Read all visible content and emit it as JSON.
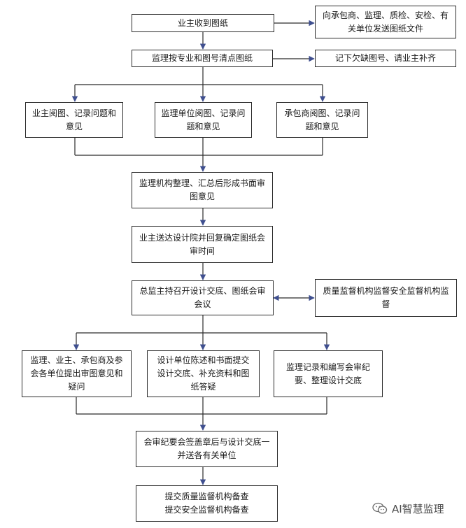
{
  "nodes": {
    "receive": "业主收到图纸",
    "distribute": "向承包商、监理、质检、安检、有关单位发送图纸文件",
    "check": "监理按专业和图号清点图纸",
    "record_missing": "记下欠缺图号、请业主补齐",
    "owner_review": "业主阅图、记录问题和意见",
    "supervisor_unit_review": "监理单位阅图、记录问题和意见",
    "contractor_review": "承包商阅图、记录问题和意见",
    "compile": "监理机构整理、汇总后形成书面审图意见",
    "send_design": "业主送达设计院并回复确定图纸会审时间",
    "chair_meeting": "总监主持召开设计交底、图纸会审会议",
    "quality_safety": "质量监督机构监督安全监督机构监督",
    "parties_raise": "监理、业主、承包商及参会各单位提出审图意见和疑问",
    "design_explain": "设计单位陈述和书面提交设计交底、补充资料和图纸答疑",
    "minutes": "监理记录和编写会审纪要、整理设计交底",
    "sign_seal": "会审纪要会签盖章后与设计交底一并送各有关单位",
    "submit_quality": "提交质量监督机构备查",
    "submit_safety": "提交安全监督机构备查"
  },
  "watermark": {
    "text": "AI智慧监理",
    "icon": "wechat-icon"
  },
  "colors": {
    "arrow": "#3f4f8f",
    "line": "#2b2b2b"
  }
}
